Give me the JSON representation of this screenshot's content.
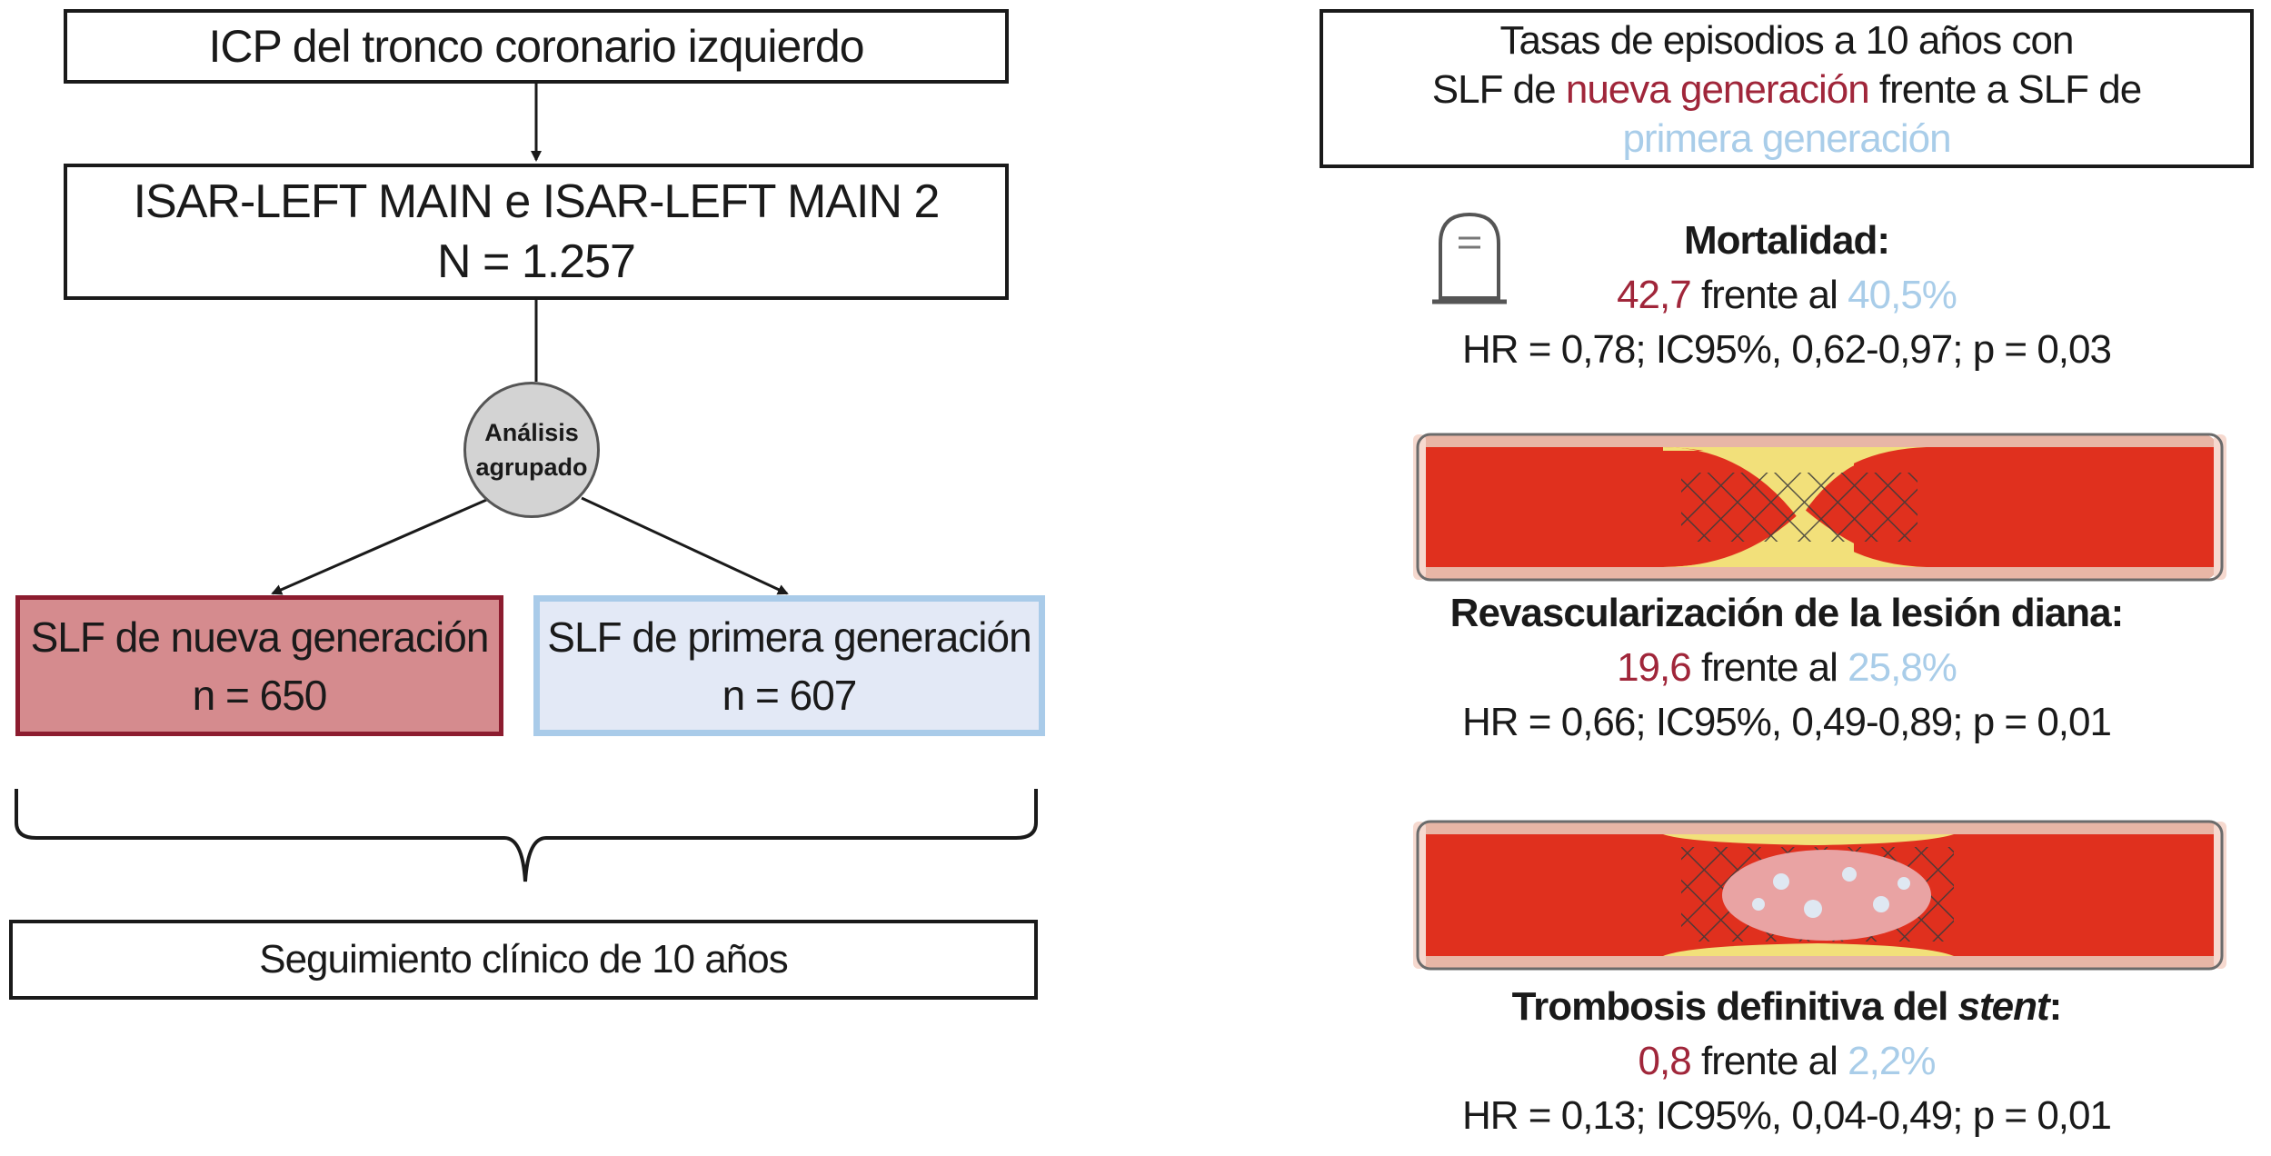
{
  "flow": {
    "icp": "ICP del tronco coronario izquierdo",
    "isar_line1": "ISAR-LEFT MAIN e ISAR-LEFT MAIN 2",
    "isar_line2": "N = 1.257",
    "pool_line1": "Análisis",
    "pool_line2": "agrupado",
    "new_line1": "SLF de nueva generación",
    "new_line2": "n = 650",
    "first_line1": "SLF de primera generación",
    "first_line2": "n = 607",
    "followup": "Seguimiento clínico de 10 años"
  },
  "rates_box": {
    "line1": "Tasas de episodios a 10 años con",
    "line2_a": "SLF de ",
    "line2_new": "nueva generación",
    "line2_b": " frente a SLF de",
    "line3_first": "primera generación"
  },
  "outcomes": {
    "mortality": {
      "title": "Mortalidad:",
      "new_value": "42,7",
      "vs": " frente al ",
      "first_value": "40,5%",
      "stats": "HR = 0,78; IC95%, 0,62-0,97; p = 0,03"
    },
    "revascularization": {
      "title": "Revascularización de la lesión diana:",
      "new_value": "19,6",
      "vs": " frente al ",
      "first_value": "25,8%",
      "stats": "HR = 0,66; IC95%, 0,49-0,89; p = 0,01"
    },
    "thrombosis": {
      "title_a": "Trombosis definitiva del ",
      "title_italic": "stent",
      "title_b": ":",
      "new_value": "0,8",
      "vs": " frente al ",
      "first_value": "2,2%",
      "stats": "HR = 0,13; IC95%, 0,04-0,49; p = 0,01"
    }
  },
  "icons": {
    "mortality": "tombstone-icon",
    "restenosis": "vessel-restenosis-illustration",
    "thrombosis": "vessel-thrombosis-illustration"
  },
  "colors": {
    "new_generation": "#a0263a",
    "first_generation": "#a9cde9",
    "new_box_fill": "#d58b8e",
    "first_box_fill": "#e3e9f6",
    "vessel_wall": "#e8b6a6",
    "blood": "#e0301e",
    "plaque": "#f2e07a"
  }
}
